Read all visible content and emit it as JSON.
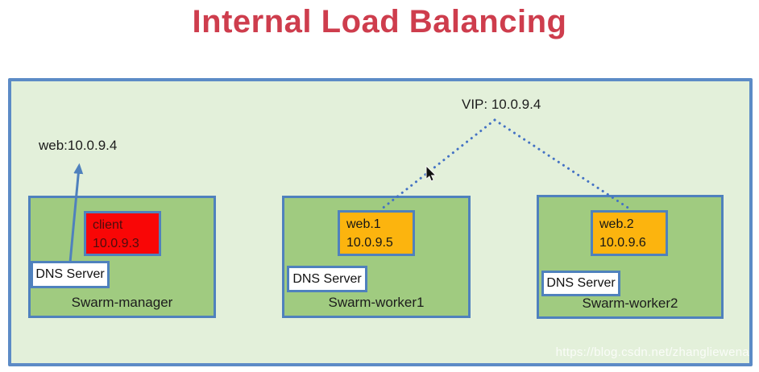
{
  "title": "Internal Load Balancing",
  "annotations": {
    "vip_label": "VIP: 10.0.9.4",
    "dns_record_label": "web:10.0.9.4"
  },
  "nodes": [
    {
      "name": "Swarm-manager",
      "service_name": "client",
      "service_ip": "10.0.9.3",
      "dns_label": "DNS Server"
    },
    {
      "name": "Swarm-worker1",
      "service_name": "web.1",
      "service_ip": "10.0.9.5",
      "dns_label": "DNS Server"
    },
    {
      "name": "Swarm-worker2",
      "service_name": "web.2",
      "service_ip": "10.0.9.6",
      "dns_label": "DNS Server"
    }
  ],
  "watermark": "https://blog.csdn.net/zhangliewena",
  "colors": {
    "title_red": "#CE3D4D",
    "outer_background": "#E3F0DA",
    "outer_border": "#5C8BC6",
    "node_background": "#A0CB80",
    "node_border": "#4F81BD",
    "client_fill": "#F90606",
    "web_fill": "#FCB40E",
    "connector_blue": "#4472C4",
    "arrow_blue": "#4F81BD"
  }
}
